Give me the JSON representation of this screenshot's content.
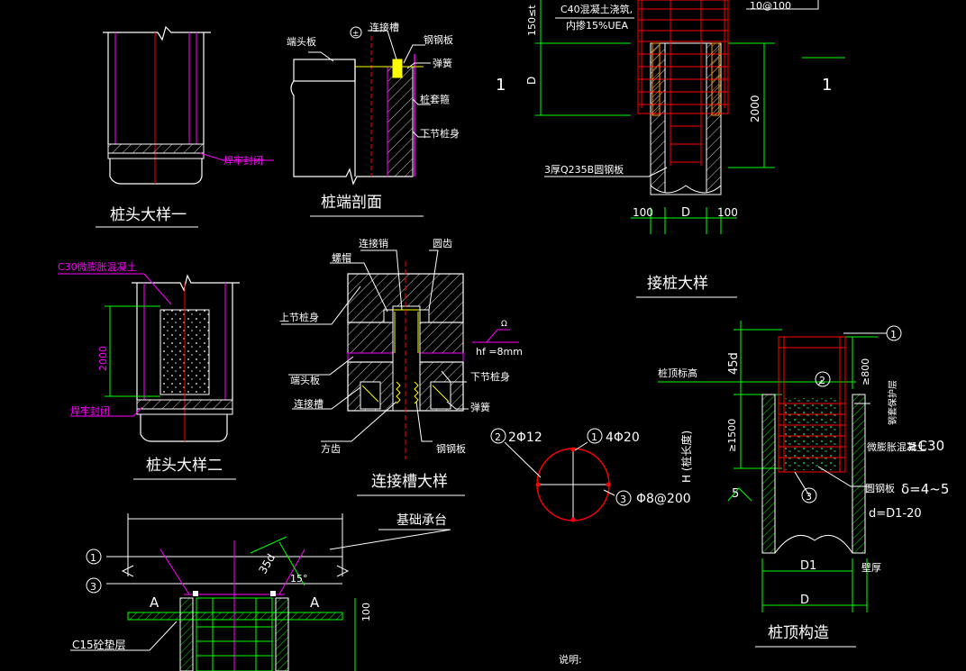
{
  "colors": {
    "background": "#000000",
    "outline": "#ffffff",
    "dimension": "#00ff00",
    "annotation": "#ff00ff",
    "rebar": "#ff0000",
    "yellow": "#ffff00",
    "hatch_orange": "#ff9900",
    "concrete_dot": "#00ff66"
  },
  "detail_1": {
    "title": "桩头大样一",
    "weld_label": "焊牢封闭"
  },
  "detail_2": {
    "title": "桩端剖面",
    "label_end_plate": "端头板",
    "label_groove": "连接槽",
    "label_steel_plate": "钢钢板",
    "label_spring": "弹簧",
    "label_insert": "桩套箍",
    "label_lower_pile": "下节桩身"
  },
  "detail_3": {
    "title": "接桩大样",
    "concrete_note_1": "C40混凝土浇筑,",
    "concrete_note_2": "内掺15%UEA",
    "rebar_note": "10@100",
    "dim_top": "150≤t",
    "dim_d": "D",
    "dim_2000": "2000",
    "plate_note": "3厚Q235B圆钢板",
    "dim_100_left": "100",
    "dim_D": "D",
    "dim_100_right": "100",
    "side_mark_left": "1",
    "side_mark_right": "1"
  },
  "detail_4": {
    "title": "桩头大样二",
    "concrete_label": "C30微膨胀混凝土",
    "dim_2000": "2000",
    "weld_label": "焊牢封闭"
  },
  "detail_5": {
    "title": "连接槽大样",
    "label_pin": "连接销",
    "label_round_tooth": "圆齿",
    "label_nut": "螺帽",
    "label_upper_pile": "上节桩身",
    "label_hf": "hf =8mm",
    "label_end_plate": "端头板",
    "label_groove": "连接槽",
    "label_lower_pile": "下节桩身",
    "label_spring": "弹簧",
    "label_square_tooth": "方齿",
    "label_steel_plate": "钢钢板"
  },
  "section_circle": {
    "mark_2": "2",
    "label_2": "2Φ12",
    "mark_1": "1",
    "label_1": "4Φ20",
    "mark_3": "3",
    "label_3": "Φ8@200"
  },
  "detail_6": {
    "title": "桩顶构造",
    "mark_1": "1",
    "mark_2": "2",
    "mark_3": "3",
    "dim_45d": "45d",
    "dim_800": "≥800",
    "label_pile_top": "桩顶标高",
    "dim_1500": "≥1500",
    "dim_H": "H (桩长度)",
    "dim_5": "5",
    "label_concrete": "微膨胀混凝土",
    "label_c30": "≥C30",
    "label_plate": "圆钢板",
    "label_delta": "δ=4~5",
    "label_d": "d=D1-20",
    "label_wall": "壁厚",
    "dim_D1": "D1",
    "dim_D": "D",
    "label_side": "钢套保护层"
  },
  "detail_7": {
    "title": "基础承台",
    "mark_1": "1",
    "mark_3": "3",
    "section_A_left": "A",
    "section_A_right": "A",
    "dim_35d": "35d",
    "dim_angle": "15°",
    "dim_100": "100",
    "label_c15": "C15砼垫层"
  },
  "footer": {
    "note_label": "说明:"
  }
}
